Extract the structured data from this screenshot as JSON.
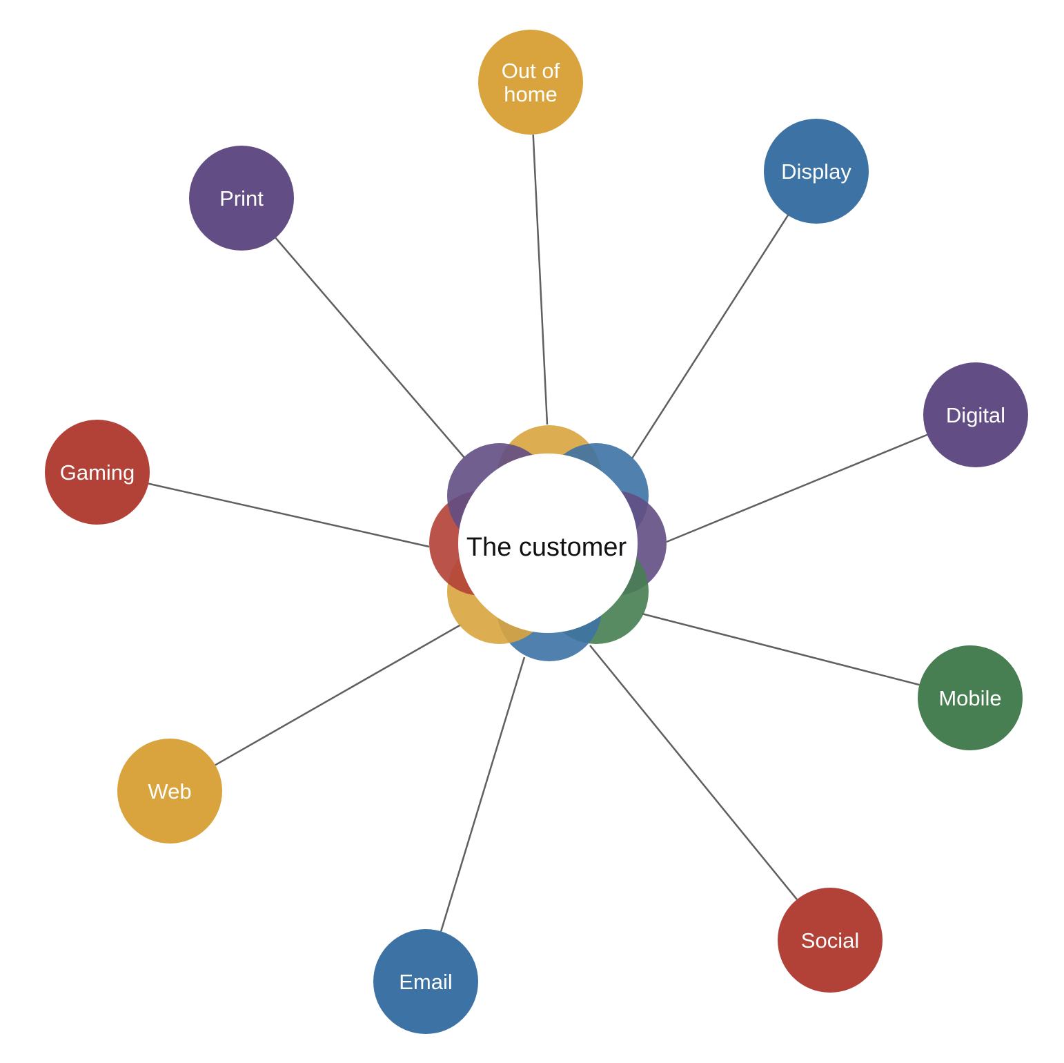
{
  "center": {
    "label": "The customer",
    "petal_colors": [
      "#D9A43E",
      "#3D72A4",
      "#624E84",
      "#477E52",
      "#3D72A4",
      "#D9A43E",
      "#B24137",
      "#624E84"
    ]
  },
  "channels": [
    {
      "id": "out-of-home",
      "lines": [
        "Out of",
        "home"
      ],
      "color": "#D9A43E"
    },
    {
      "id": "display",
      "lines": [
        "Display"
      ],
      "color": "#3D72A4"
    },
    {
      "id": "digital",
      "lines": [
        "Digital"
      ],
      "color": "#624E84"
    },
    {
      "id": "mobile",
      "lines": [
        "Mobile"
      ],
      "color": "#477E52"
    },
    {
      "id": "social",
      "lines": [
        "Social"
      ],
      "color": "#B24137"
    },
    {
      "id": "email",
      "lines": [
        "Email"
      ],
      "color": "#3D72A4"
    },
    {
      "id": "web",
      "lines": [
        "Web"
      ],
      "color": "#D9A43E"
    },
    {
      "id": "gaming",
      "lines": [
        "Gaming"
      ],
      "color": "#B24137"
    },
    {
      "id": "print",
      "lines": [
        "Print"
      ],
      "color": "#624E84"
    }
  ]
}
